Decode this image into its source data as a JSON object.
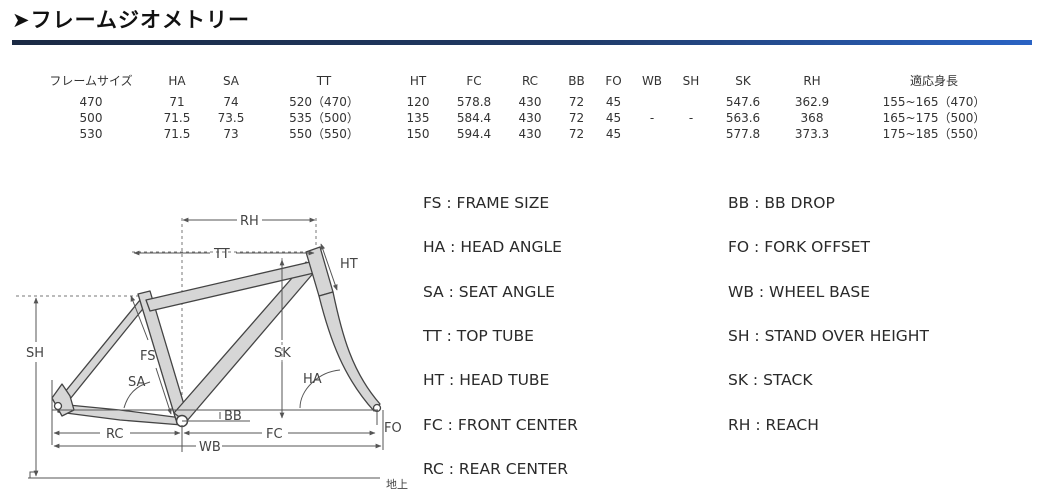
{
  "header": {
    "title": "➤フレームジオメトリー"
  },
  "table": {
    "columns": [
      "フレームサイズ",
      "HA",
      "SA",
      "TT",
      "HT",
      "FC",
      "RC",
      "BB",
      "FO",
      "WB",
      "SH",
      "SK",
      "RH",
      "適応身長"
    ],
    "rows": [
      [
        "470",
        "71",
        "74",
        "520（470）",
        "120",
        "578.8",
        "430",
        "72",
        "45",
        "",
        "",
        "547.6",
        "362.9",
        "155~165（470）"
      ],
      [
        "500",
        "71.5",
        "73.5",
        "535（500）",
        "135",
        "584.4",
        "430",
        "72",
        "45",
        "-",
        "-",
        "563.6",
        "368",
        "165~175（500）"
      ],
      [
        "530",
        "71.5",
        "73",
        "550（550）",
        "150",
        "594.4",
        "430",
        "72",
        "45",
        "",
        "",
        "577.8",
        "373.3",
        "175~185（550）"
      ]
    ]
  },
  "legend": {
    "left": [
      "FS : FRAME SIZE",
      "HA : HEAD ANGLE",
      "SA : SEAT ANGLE",
      "TT : TOP TUBE",
      "HT : HEAD TUBE",
      "FC : FRONT CENTER",
      "RC : REAR CENTER"
    ],
    "right": [
      "BB : BB DROP",
      "FO : FORK OFFSET",
      "WB : WHEEL BASE",
      "SH : STAND OVER HEIGHT",
      "SK : STACK",
      "RH : REACH"
    ]
  },
  "diagram": {
    "labels": {
      "rh": "RH",
      "tt": "TT",
      "ht": "HT",
      "sh": "SH",
      "fs": "FS",
      "sa": "SA",
      "sk": "SK",
      "ha": "HA",
      "bb": "BB",
      "rc": "RC",
      "fc": "FC",
      "wb": "WB",
      "fo": "FO",
      "ground": "地上"
    }
  },
  "colors": {
    "frame_fill": "#d6d6d6",
    "frame_stroke": "#444444",
    "title_bar": "#203a66"
  }
}
